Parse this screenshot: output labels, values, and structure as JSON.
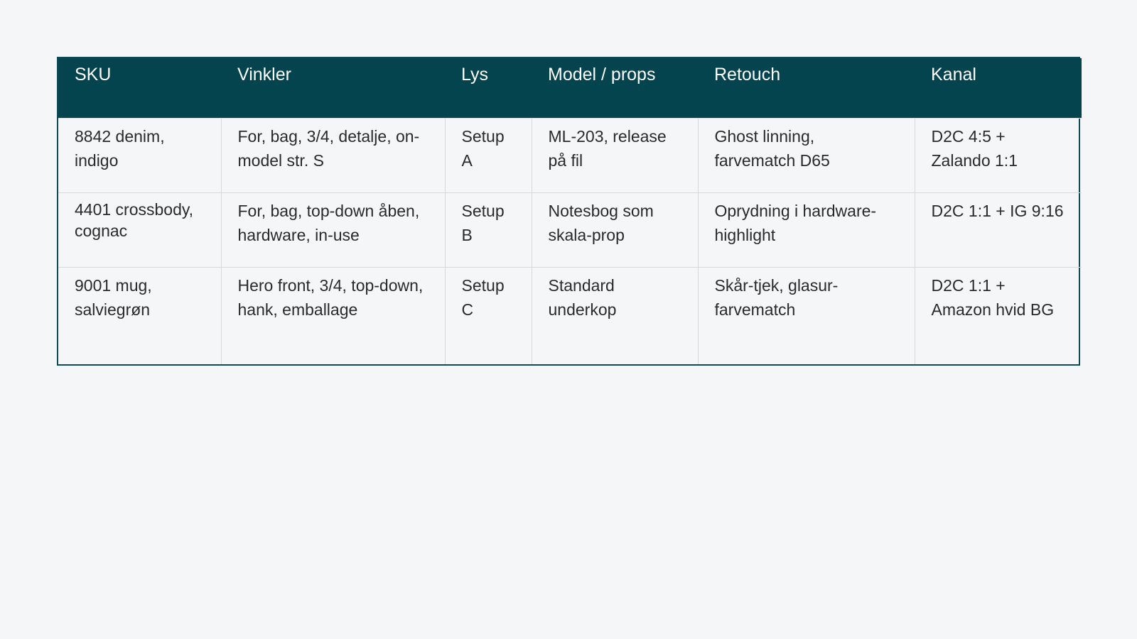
{
  "table": {
    "headers": [
      "SKU",
      "Vinkler",
      "Lys",
      "Model / props",
      "Retouch",
      "Kanal"
    ],
    "rows": [
      [
        "8842 denim, indigo",
        "For, bag, 3/4, detalje, on-model str. S",
        "Setup A",
        "ML-203, release på fil",
        "Ghost linning, farvematch D65",
        "D2C 4:5 + Zalando 1:1"
      ],
      [
        "4401 crossbody, cognac",
        "For, bag, top-down åben, hardware, in-use",
        "Setup B",
        "Notesbog som skala-prop",
        "Oprydning i hardware-highlight",
        "D2C 1:1 + IG 9:16"
      ],
      [
        "9001 mug, salviegrøn",
        "Hero front, 3/4, top-down, hank, emballage",
        "Setup C",
        "Standard underkop",
        "Skår-tjek, glasur-farvematch",
        "D2C 1:1 + Amazon hvid BG"
      ]
    ]
  },
  "colors": {
    "header_bg": "#03444f",
    "border": "#0f4a57",
    "page_bg": "#f4f6f8"
  }
}
